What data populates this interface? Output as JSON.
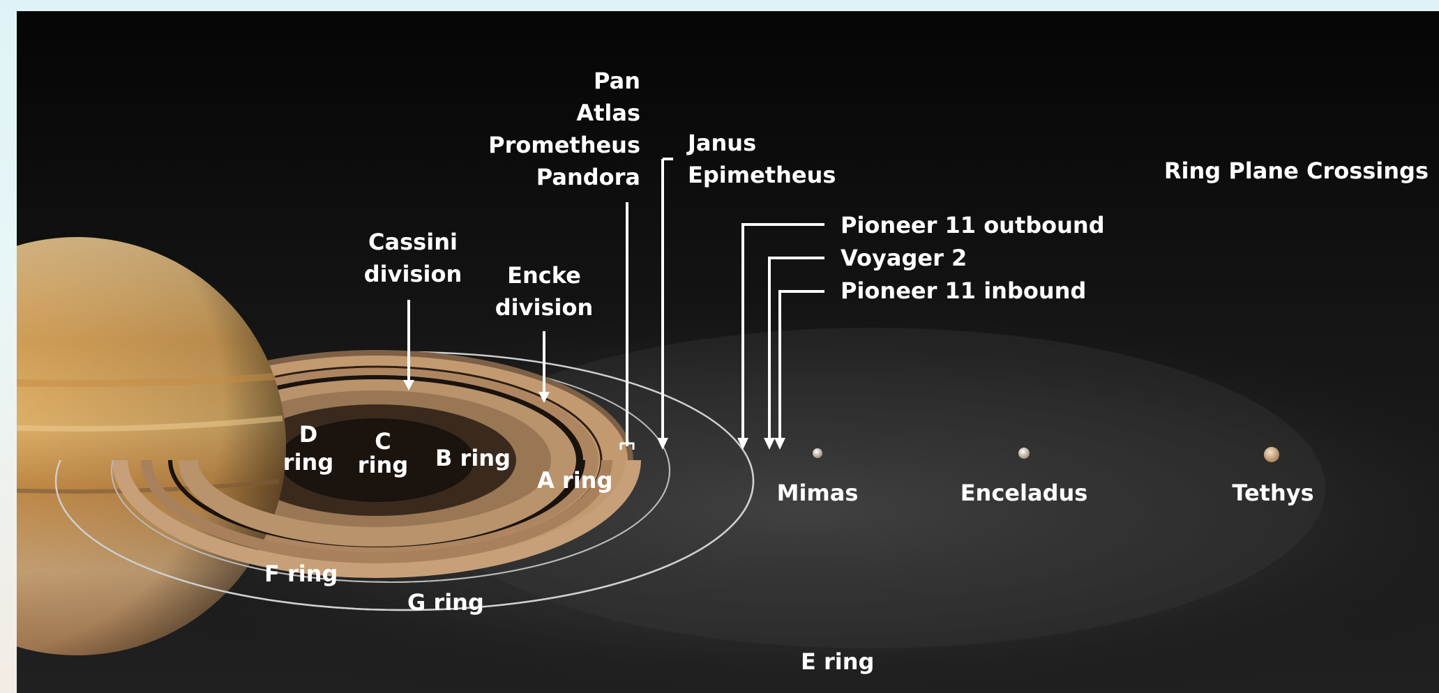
{
  "moons_inner": {
    "line1": "Pan",
    "line2": "Atlas",
    "line3": "Prometheus",
    "line4": "Pandora"
  },
  "moons_coorbital": {
    "line1": "Janus",
    "line2": "Epimetheus"
  },
  "crossings": {
    "title": "Ring Plane Crossings",
    "items": [
      "Pioneer 11 outbound",
      "Voyager 2",
      "Pioneer 11 inbound"
    ]
  },
  "divisions": {
    "cassini": {
      "line1": "Cassini",
      "line2": "division"
    },
    "encke": {
      "line1": "Encke",
      "line2": "division"
    }
  },
  "rings": {
    "d": {
      "line1": "D",
      "line2": "ring"
    },
    "c": {
      "line1": "C",
      "line2": "ring"
    },
    "b": "B ring",
    "a": "A ring",
    "f": "F ring",
    "g": "G ring",
    "e": "E ring"
  },
  "moons": [
    "Mimas",
    "Enceladus",
    "Tethys"
  ],
  "colors": {
    "space": "#0c0c0c",
    "planet": "#d9a258",
    "ring_light": "#c39a70",
    "text": "#ffffff"
  }
}
